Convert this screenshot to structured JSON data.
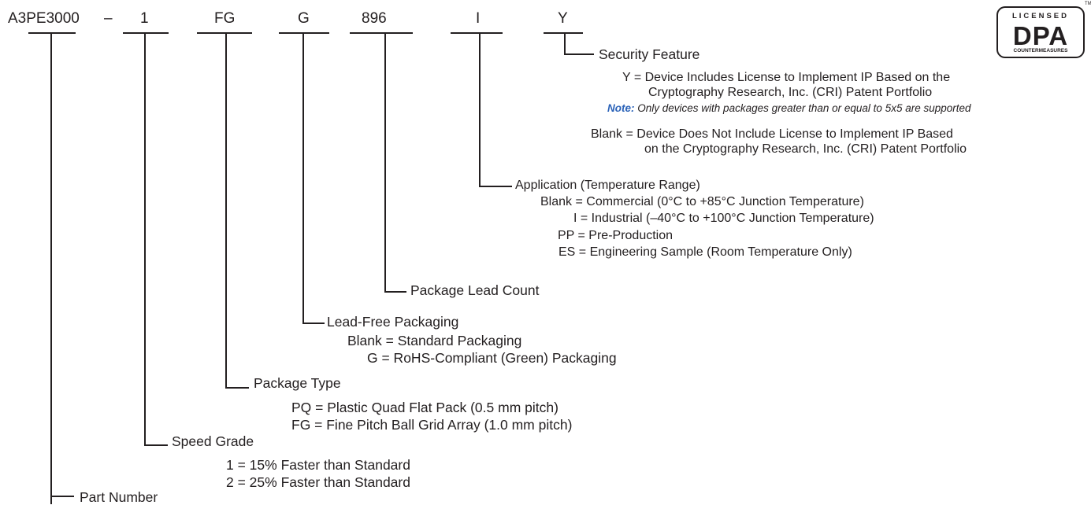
{
  "ordering_code": {
    "part": "A3PE3000",
    "dash": "–",
    "speed": "1",
    "package": "FG",
    "lead_free": "G",
    "lead_count": "896",
    "application": "I",
    "security": "Y"
  },
  "security_feature": {
    "title": "Security Feature",
    "y_line1": "Y = Device Includes License to Implement IP Based on the",
    "y_line2": "Cryptography Research, Inc. (CRI) Patent Portfolio",
    "note_key": "Note:",
    "note_text": "Only devices with packages greater than or equal to 5x5 are supported",
    "blank_line1": "Blank = Device Does Not Include License to Implement IP Based",
    "blank_line2": "on the Cryptography Research, Inc. (CRI) Patent Portfolio"
  },
  "application": {
    "title": "Application (Temperature Range)",
    "blank": "Blank = Commercial (0°C to +85°C Junction Temperature)",
    "industrial": "I = Industrial (–40°C to +100°C Junction Temperature)",
    "pp": "PP = Pre-Production",
    "es": "ES = Engineering Sample (Room Temperature Only)"
  },
  "lead_count": {
    "title": "Package Lead Count"
  },
  "lead_free": {
    "title": "Lead-Free Packaging",
    "blank": "Blank = Standard Packaging",
    "g": "G = RoHS-Compliant (Green) Packaging"
  },
  "package_type": {
    "title": "Package Type",
    "pq": "PQ =  Plastic Quad Flat Pack (0.5 mm pitch)",
    "fg": "FG =  Fine Pitch Ball Grid Array (1.0 mm pitch)"
  },
  "speed_grade": {
    "title": "Speed Grade",
    "one": "1 =  15% Faster than Standard",
    "two": "2 =  25% Faster than Standard"
  },
  "part_number": {
    "title": "Part Number"
  },
  "logo": {
    "licensed": "LICENSED",
    "dpa": "DPA",
    "countermeasures": "COUNTERMEASURES",
    "tm": "TM"
  }
}
